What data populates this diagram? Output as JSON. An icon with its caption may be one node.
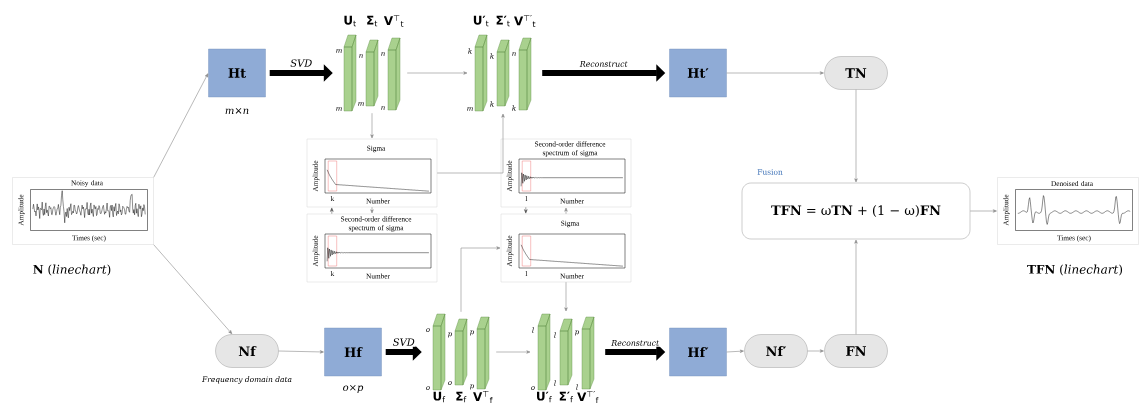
{
  "diagram": {
    "nodes": [
      {
        "text": [
          "Noisy data",
          "Amplitude",
          "Times (sec)"
        ],
        "beside": [
          "**N** (*linechart*)"
        ]
      },
      {
        "text": [
          "Ht"
        ],
        "beside": [
          "*m*×*n*"
        ]
      },
      {
        "text": [
          "**U**$_{t}$",
          "**Σ**$_{t}$",
          "**V**$^{⊤}$$_{t}$"
        ]
      },
      {
        "text": [
          "**U′**$_{t}$",
          "**Σ′**$_{t}$",
          "**V**$^{⊤′}$$_{t}$"
        ]
      },
      {
        "text": [
          "Ht′"
        ]
      },
      {
        "text": [
          "TN"
        ]
      },
      {
        "text": [
          "Sigma",
          "Amplitude",
          "Number",
          "k"
        ]
      },
      {
        "text": [
          "Second-order difference spectrum of sigma",
          "Amplitude",
          "Number",
          "k"
        ]
      },
      {
        "text": [
          "Second-order difference spectrum of sigma",
          "Amplitude",
          "Number",
          "l"
        ]
      },
      {
        "text": [
          "Sigma",
          "Amplitude",
          "Number",
          "l"
        ]
      },
      {
        "text": [
          "Nf"
        ],
        "beside": [
          "Frequency domain data"
        ]
      },
      {
        "text": [
          "Hf"
        ],
        "beside": [
          "*o*×*p*"
        ]
      },
      {
        "text": [
          "**U**$_{f}$",
          "**Σ**$_{f}$",
          "**V**$^{⊤}$$_{f}$"
        ]
      },
      {
        "text": [
          "**U′**$_{f}$",
          "**Σ′**$_{f}$",
          "**V**$^{⊤′}$$_{f}$"
        ]
      },
      {
        "text": [
          "Hf′"
        ]
      },
      {
        "text": [
          "Nf′"
        ]
      },
      {
        "text": [
          "FN"
        ]
      },
      {
        "text": [
          "Fusion",
          "**TFN** = ω**TN** + (1 − ω)**FN**"
        ]
      },
      {
        "text": [
          "Denoised data",
          "Amplitude",
          "Times (sec)"
        ],
        "beside": [
          "**TFN** (*linechart*)"
        ]
      }
    ],
    "edges": [
      {
        "from": 0,
        "to": 1,
        "arrow": "to"
      },
      {
        "from": 0,
        "to": 10,
        "arrow": "to"
      },
      {
        "from": 1,
        "to": 2,
        "arrow": "to",
        "label": "SVD",
        "style": "thick",
        "color": "#000000"
      },
      {
        "from": 2,
        "to": 6,
        "arrow": "to"
      },
      {
        "from": 6,
        "to": 7,
        "arrow": "to"
      },
      {
        "from": 7,
        "to": 6,
        "arrow": "to",
        "style": "dashed"
      },
      {
        "from": 6,
        "to": 3,
        "arrow": "to"
      },
      {
        "from": 2,
        "to": 3,
        "arrow": "to"
      },
      {
        "from": 3,
        "to": 4,
        "arrow": "to",
        "label": "Reconstruct",
        "style": "thick",
        "color": "#000000"
      },
      {
        "from": 4,
        "to": 5,
        "arrow": "to"
      },
      {
        "from": 5,
        "to": 17,
        "arrow": "to"
      },
      {
        "from": 10,
        "to": 11,
        "arrow": "to"
      },
      {
        "from": 11,
        "to": 12,
        "arrow": "to",
        "label": "SVD",
        "style": "thick",
        "color": "#000000"
      },
      {
        "from": 12,
        "to": 9,
        "arrow": "to"
      },
      {
        "from": 9,
        "to": 8,
        "arrow": "to"
      },
      {
        "from": 8,
        "to": 9,
        "arrow": "to",
        "style": "dashed"
      },
      {
        "from": 9,
        "to": 13,
        "arrow": "to"
      },
      {
        "from": 12,
        "to": 13,
        "arrow": "to"
      },
      {
        "from": 13,
        "to": 14,
        "arrow": "to",
        "label": "Reconstruct",
        "style": "thick",
        "color": "#000000"
      },
      {
        "from": 14,
        "to": 15,
        "arrow": "to"
      },
      {
        "from": 15,
        "to": 16,
        "arrow": "to"
      },
      {
        "from": 16,
        "to": 17,
        "arrow": "to"
      },
      {
        "from": 17,
        "to": 18,
        "arrow": "to"
      }
    ],
    "labels": [
      "m",
      "m",
      "n",
      "m",
      "n",
      "n",
      "k",
      "m",
      "k",
      "k",
      "n",
      "k",
      "o",
      "o",
      "p",
      "o",
      "p",
      "p",
      "l",
      "o",
      "l",
      "l",
      "p",
      "l"
    ]
  }
}
